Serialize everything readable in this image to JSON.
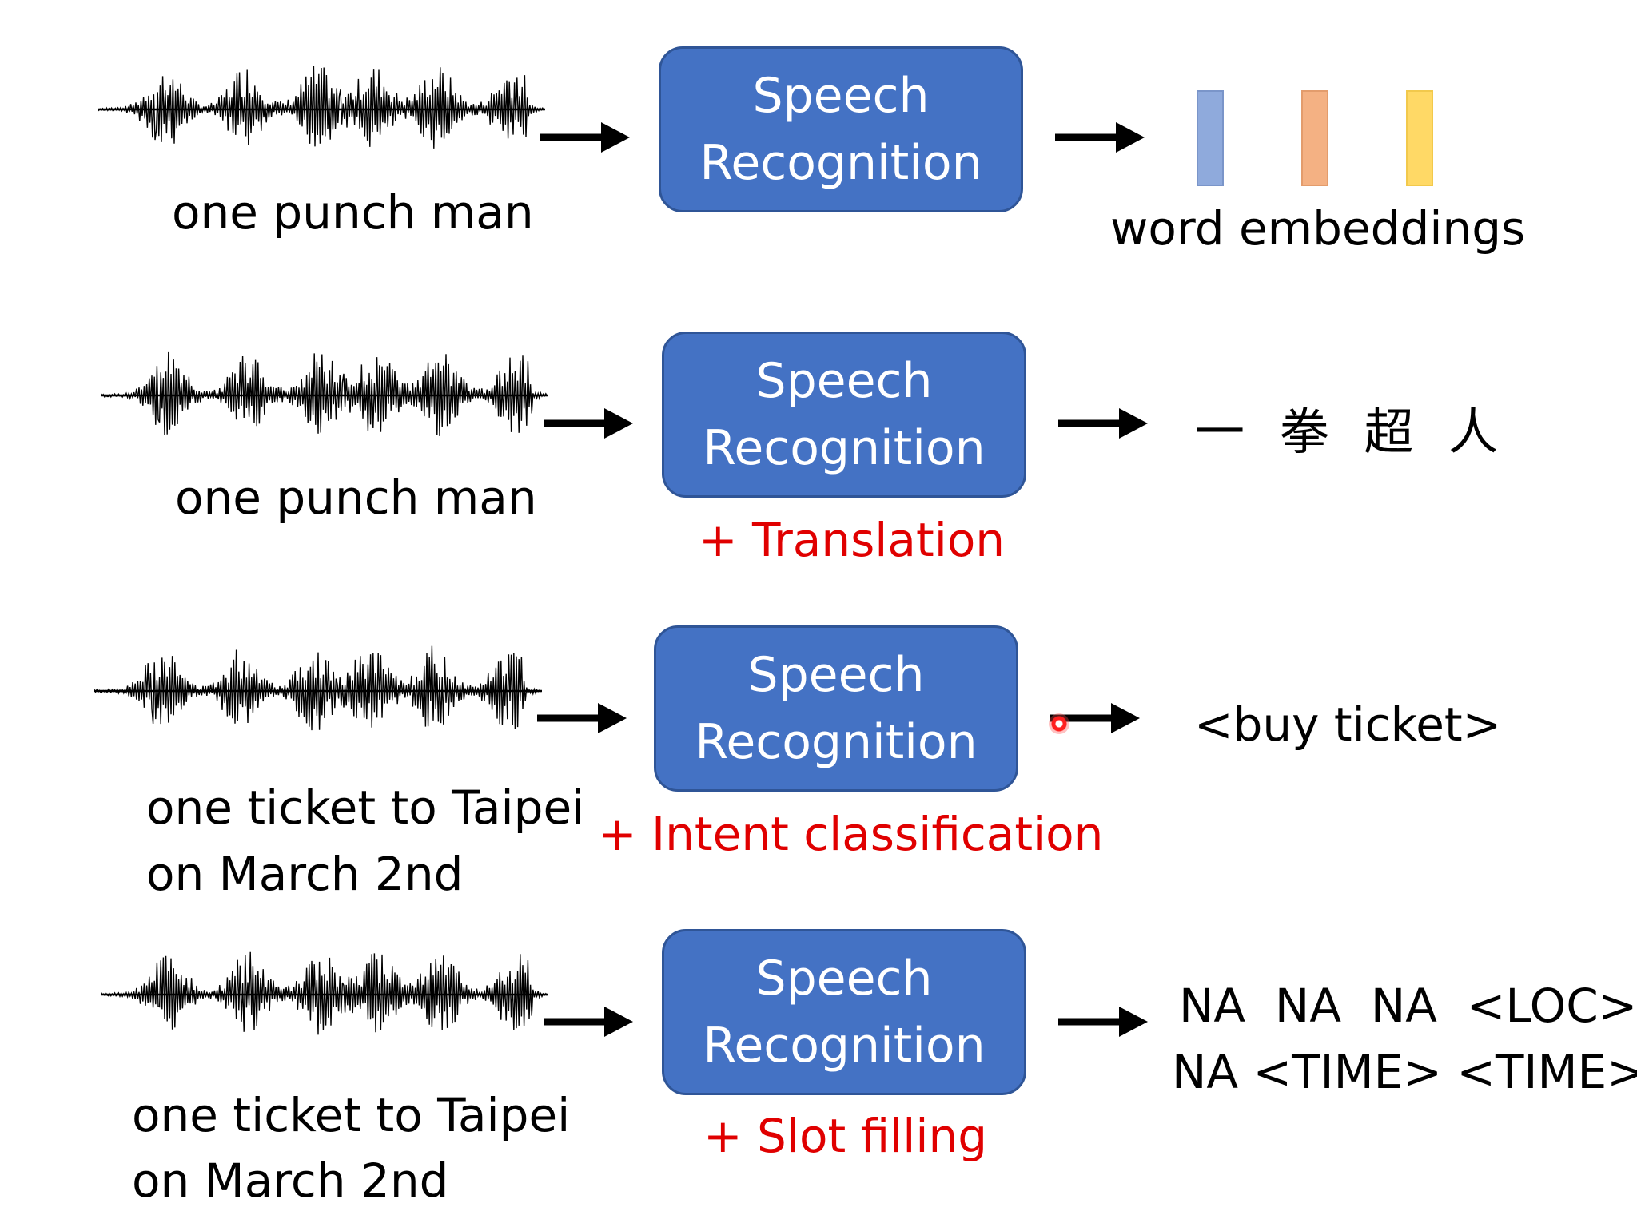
{
  "colors": {
    "box_fill": "#4472C4",
    "annotation": "#E00000",
    "embed_1": "#8FAADC",
    "embed_2": "#F4B183",
    "embed_3": "#FFD966"
  },
  "rows": [
    {
      "caption_lines": [
        "one punch man"
      ],
      "box": [
        "Speech",
        "Recognition"
      ],
      "annotation": "",
      "output_label": "word embeddings"
    },
    {
      "caption_lines": [
        "one punch man"
      ],
      "box": [
        "Speech",
        "Recognition"
      ],
      "annotation": "+ Translation",
      "output_text": "一 拳 超 人"
    },
    {
      "caption_lines": [
        "one ticket to Taipei",
        "on March 2nd"
      ],
      "box": [
        "Speech",
        "Recognition"
      ],
      "annotation": "+ Intent classification",
      "output_text": "<buy ticket>"
    },
    {
      "caption_lines": [
        "one ticket to Taipei",
        "on March 2nd"
      ],
      "box": [
        "Speech",
        "Recognition"
      ],
      "annotation": "+ Slot filling",
      "output_lines": [
        "NA  NA  NA  <LOC>",
        "NA <TIME> <TIME>"
      ]
    }
  ]
}
